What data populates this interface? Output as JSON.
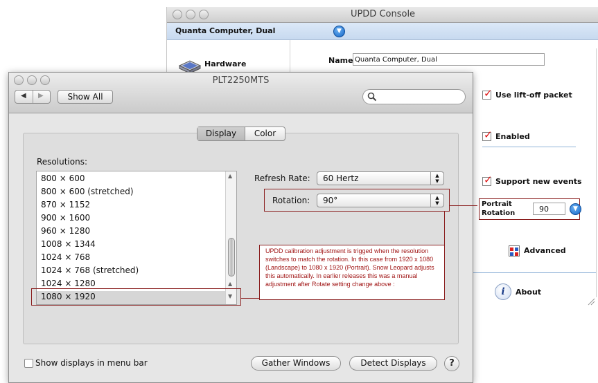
{
  "updd": {
    "title": "UPDD Console",
    "device": "Quanta Computer, Dual",
    "sidebar_hardware": "Hardware",
    "name_label": "Name",
    "name_value": "Quanta Computer, Dual",
    "use_liftoff": "Use lift-off packet",
    "enabled": "Enabled",
    "support_events": "Support new events",
    "portrait_rotation_label_1": "Portrait",
    "portrait_rotation_label_2": "Rotation",
    "portrait_rotation_value": "90",
    "advanced": "Advanced",
    "about": "About"
  },
  "prefs": {
    "title": "PLT2250MTS",
    "show_all": "Show All",
    "tabs": [
      "Display",
      "Color"
    ],
    "resolutions_label": "Resolutions:",
    "resolutions": [
      "800 × 600",
      "800 × 600 (stretched)",
      "870 × 1152",
      "900 × 1600",
      "960 × 1280",
      "1008 × 1344",
      "1024 × 768",
      "1024 × 768 (stretched)",
      "1024 × 1280",
      "1080 × 1920"
    ],
    "selected_resolution": "1080 × 1920",
    "refresh_label": "Refresh Rate:",
    "refresh_value": "60 Hertz",
    "rotation_label": "Rotation:",
    "rotation_value": "90°",
    "show_displays_label": "Show displays in menu bar",
    "gather_windows": "Gather Windows",
    "detect_displays": "Detect Displays",
    "help": "?"
  },
  "annotation": {
    "note": "UPDD calibration adjustment is trigged when the resolution switches to match the rotation.  In this case from 1920 x 1080 (Landscape) to 1080 x 1920 (Portrait). Snow Leopard adjusts this automatically. In earlier releases this was a manual adjustment after Rotate setting change above :"
  },
  "colors": {
    "annotation_red": "#8a1e1e",
    "checkmark_red": "#dd1111",
    "accent_blue": "#1466c8"
  }
}
